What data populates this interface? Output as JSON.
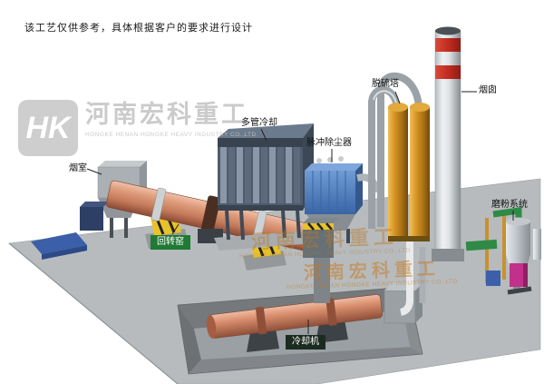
{
  "page": {
    "disclaimer": "该工艺仅供参考，具体根据客户的要求进行设计"
  },
  "logo": {
    "monogram": "HK",
    "company_cn": "河南宏科重工",
    "company_en": "HONGKE HENAN HONGKE HEAVY INDUSTRY CO.,LTD"
  },
  "watermark": {
    "company_cn": "河南宏科重工",
    "company_en": "HONGKE HENAN HONGKE HEAVY INDUSTRY CO.,LTD"
  },
  "equipment_labels": {
    "smoke_chamber": "烟室",
    "rotary_kiln": "回转窑",
    "multi_tube_cooler": "多管冷却",
    "pulse_dust_collector": "脉冲除尘器",
    "desulfurization_tower": "脱硫塔",
    "chimney": "烟囱",
    "grinding_system": "磨粉系统",
    "cooling_machine": "冷却机"
  },
  "colors": {
    "kiln_body": "#c97f63",
    "cooler_body": "#4e5c6e",
    "dust_collector_blue": "#4a7ec0",
    "tower_amber": "#c8871c",
    "chimney_band_red": "#c23028",
    "label_green": "#1f7a34",
    "ground_gray": "#b7bbbd"
  }
}
